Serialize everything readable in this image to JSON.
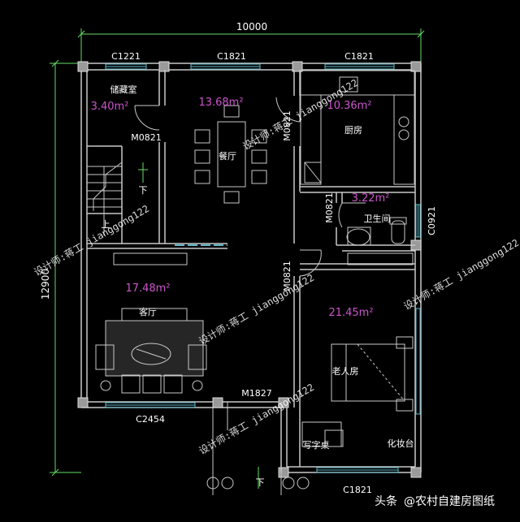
{
  "dimensions": {
    "width": "10000",
    "height": "12900"
  },
  "windows": {
    "top_left": "C1221",
    "top_mid": "C1821",
    "top_right": "C1821",
    "right_side": "C0921",
    "bottom_left": "C2454",
    "bottom_right": "C1821"
  },
  "doors": {
    "storage": "M0821",
    "kitchen": "M0821",
    "bath": "M0821",
    "bedroom": "M0821",
    "entry": "M1827"
  },
  "rooms": {
    "storage": {
      "name": "储藏室",
      "area": "3.40m²"
    },
    "dining": {
      "name": "餐厅",
      "area": "13.68m²"
    },
    "kitchen": {
      "name": "厨房",
      "area": "10.36m²"
    },
    "bath": {
      "name": "卫生间",
      "area": "3.22m²"
    },
    "living": {
      "name": "客厅",
      "area": "17.48m²"
    },
    "bedroom": {
      "name": "老人房",
      "area": "21.45m²"
    }
  },
  "labels": {
    "stair_down": "下",
    "stair_up": "上",
    "porch_down": "下",
    "desk": "写字桌",
    "vanity": "化妆台"
  },
  "watermark": "设计师:蒋工 jianggong122",
  "footer": {
    "prefix": "头条",
    "account": "@农村自建房图纸"
  },
  "colors": {
    "background": "#000000",
    "wall": "#c8c8c8",
    "dimension": "#66dd66",
    "area_text": "#cc55cc",
    "window": "#5fb9c8",
    "text": "#ffffff"
  }
}
